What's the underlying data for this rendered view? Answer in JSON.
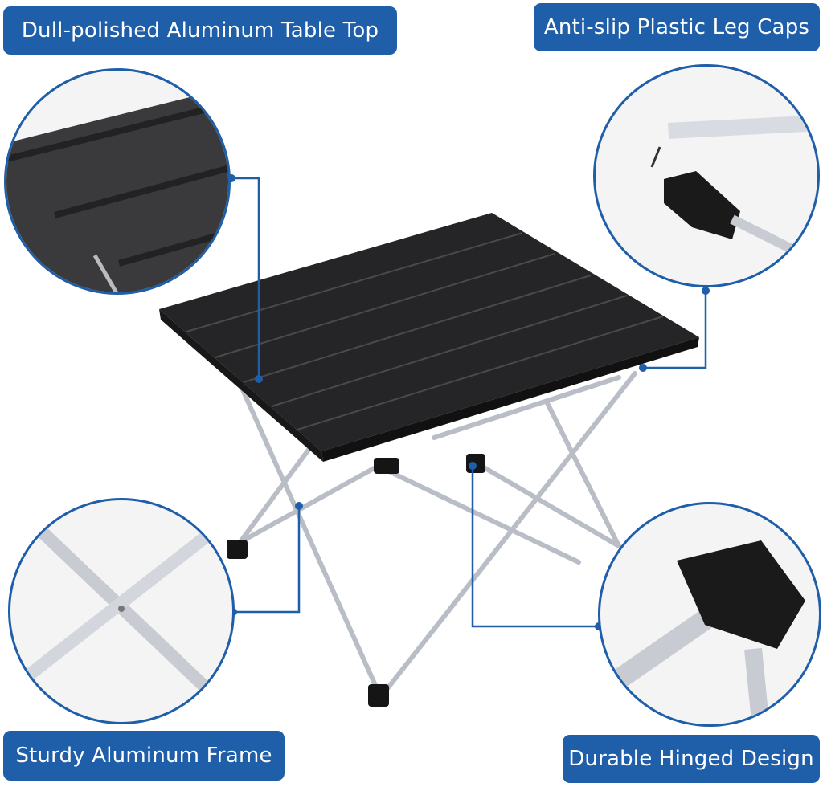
{
  "labels": {
    "top_left": "Dull-polished Aluminum Table Top",
    "top_right": "Anti-slip Plastic Leg Caps",
    "bottom_left": "Sturdy Aluminum Frame",
    "bottom_right": "Durable Hinged Design"
  },
  "colors": {
    "accent": "#1f5ea8",
    "tabletop": "#2a2a2c",
    "frame": "#c8ccd2"
  }
}
